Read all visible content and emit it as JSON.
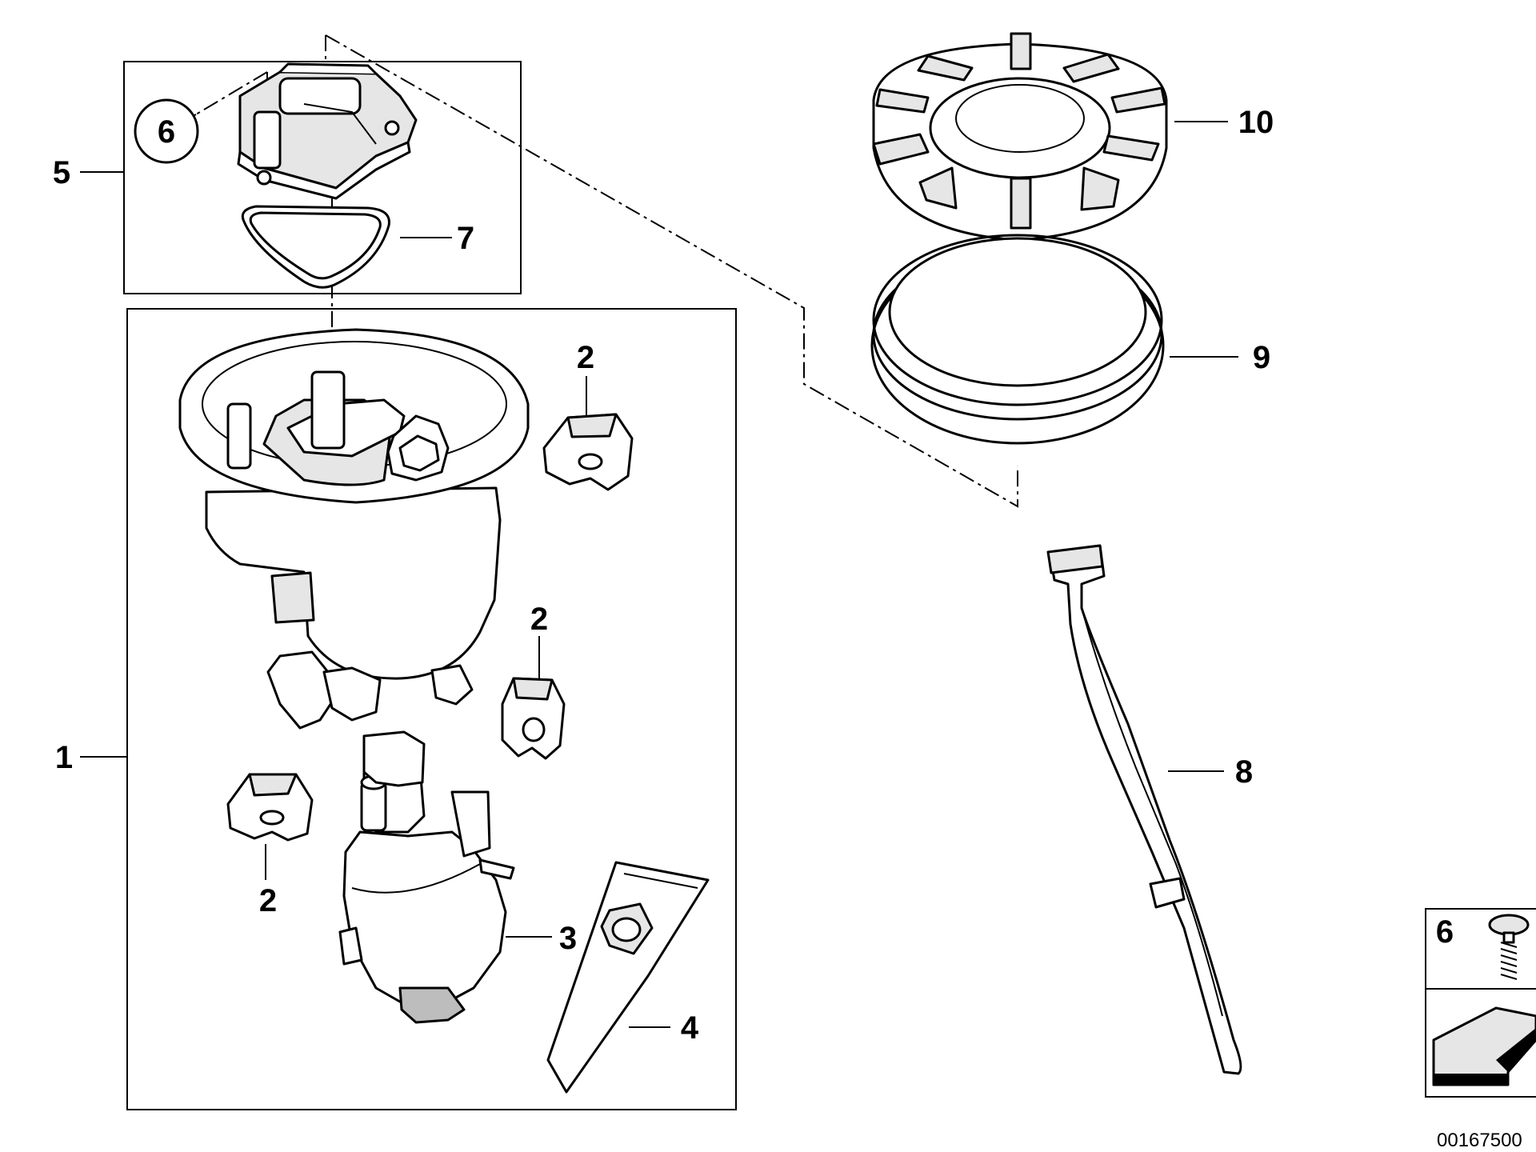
{
  "callouts": {
    "c1": "1",
    "c2a": "2",
    "c2b": "2",
    "c2c": "2",
    "c3": "3",
    "c4": "4",
    "c5": "5",
    "c6": "6",
    "c7": "7",
    "c8": "8",
    "c9": "9",
    "c10": "10"
  },
  "legend": {
    "screw_ref": "6"
  },
  "footer": {
    "image_code": "00167500"
  }
}
